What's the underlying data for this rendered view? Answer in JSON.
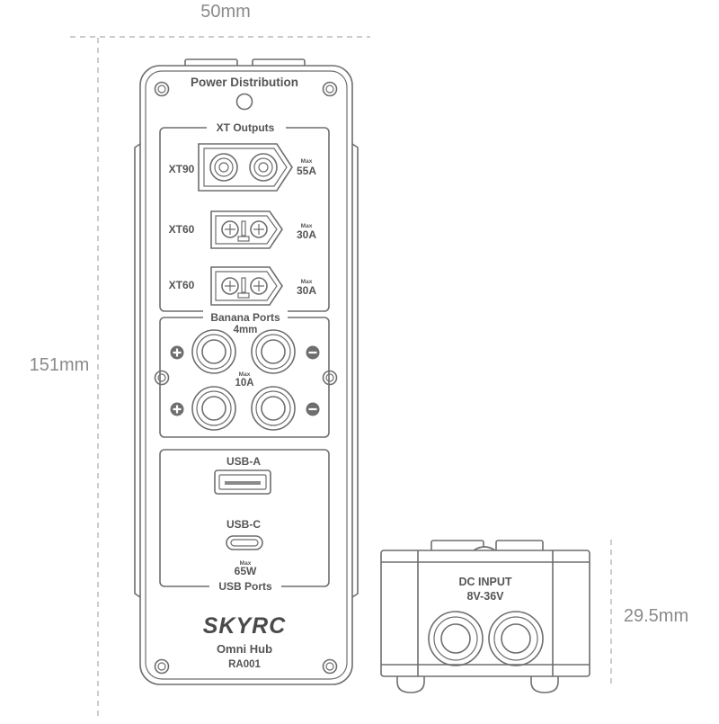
{
  "dimensions": {
    "width": "50mm",
    "height": "151mm",
    "depth": "29.5mm"
  },
  "front": {
    "title": "Power Distribution",
    "xt": {
      "section_title": "XT Outputs",
      "ports": [
        {
          "name": "XT90",
          "max_label": "Max",
          "current": "55A"
        },
        {
          "name": "XT60",
          "max_label": "Max",
          "current": "30A"
        },
        {
          "name": "XT60",
          "max_label": "Max",
          "current": "30A"
        }
      ]
    },
    "banana": {
      "section_title": "Banana Ports",
      "size": "4mm",
      "max_label": "Max",
      "current": "10A"
    },
    "usb": {
      "usb_a_label": "USB-A",
      "usb_c_label": "USB-C",
      "max_label": "Max",
      "power": "65W",
      "section_title": "USB Ports"
    },
    "brand": "SKYRC",
    "product": "Omni Hub",
    "model": "RA001"
  },
  "side": {
    "title": "DC INPUT",
    "voltage": "8V-36V"
  }
}
